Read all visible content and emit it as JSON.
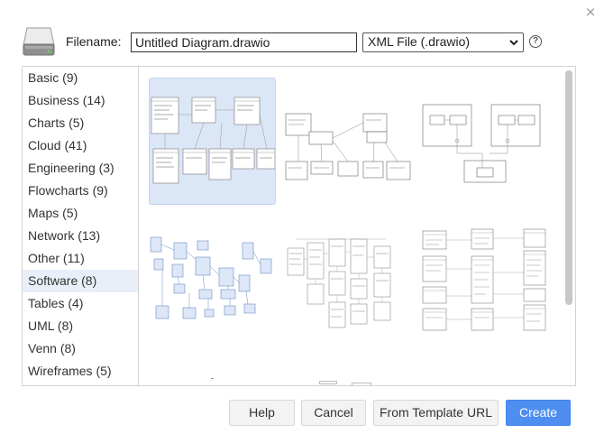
{
  "dialog": {
    "close_symbol": "×",
    "filename_label": "Filename:",
    "filename_value": "Untitled Diagram.drawio",
    "format_selected": "XML File (.drawio)",
    "help_symbol": "?",
    "drive_icon": "hard-drive-icon"
  },
  "categories": [
    {
      "label": "Basic (9)"
    },
    {
      "label": "Business (14)"
    },
    {
      "label": "Charts (5)"
    },
    {
      "label": "Cloud (41)"
    },
    {
      "label": "Engineering (3)"
    },
    {
      "label": "Flowcharts (9)"
    },
    {
      "label": "Maps (5)"
    },
    {
      "label": "Network (13)"
    },
    {
      "label": "Other (11)"
    },
    {
      "label": "Software (8)",
      "selected": true
    },
    {
      "label": "Tables (4)"
    },
    {
      "label": "UML (8)"
    },
    {
      "label": "Venn (8)"
    },
    {
      "label": "Wireframes (5)"
    }
  ],
  "templates": [
    {
      "name": "template-er-tables",
      "selected": true
    },
    {
      "name": "template-uml-class"
    },
    {
      "name": "template-component-diagram"
    },
    {
      "name": "template-blue-class-diagram"
    },
    {
      "name": "template-database-schema"
    },
    {
      "name": "template-table-relations"
    }
  ],
  "buttons": {
    "help": "Help",
    "cancel": "Cancel",
    "from_template_url": "From Template URL",
    "create": "Create"
  },
  "colors": {
    "primary": "#4d8ef0",
    "selected_category": "#e9eff8",
    "selected_template": "#dbe6f7"
  }
}
